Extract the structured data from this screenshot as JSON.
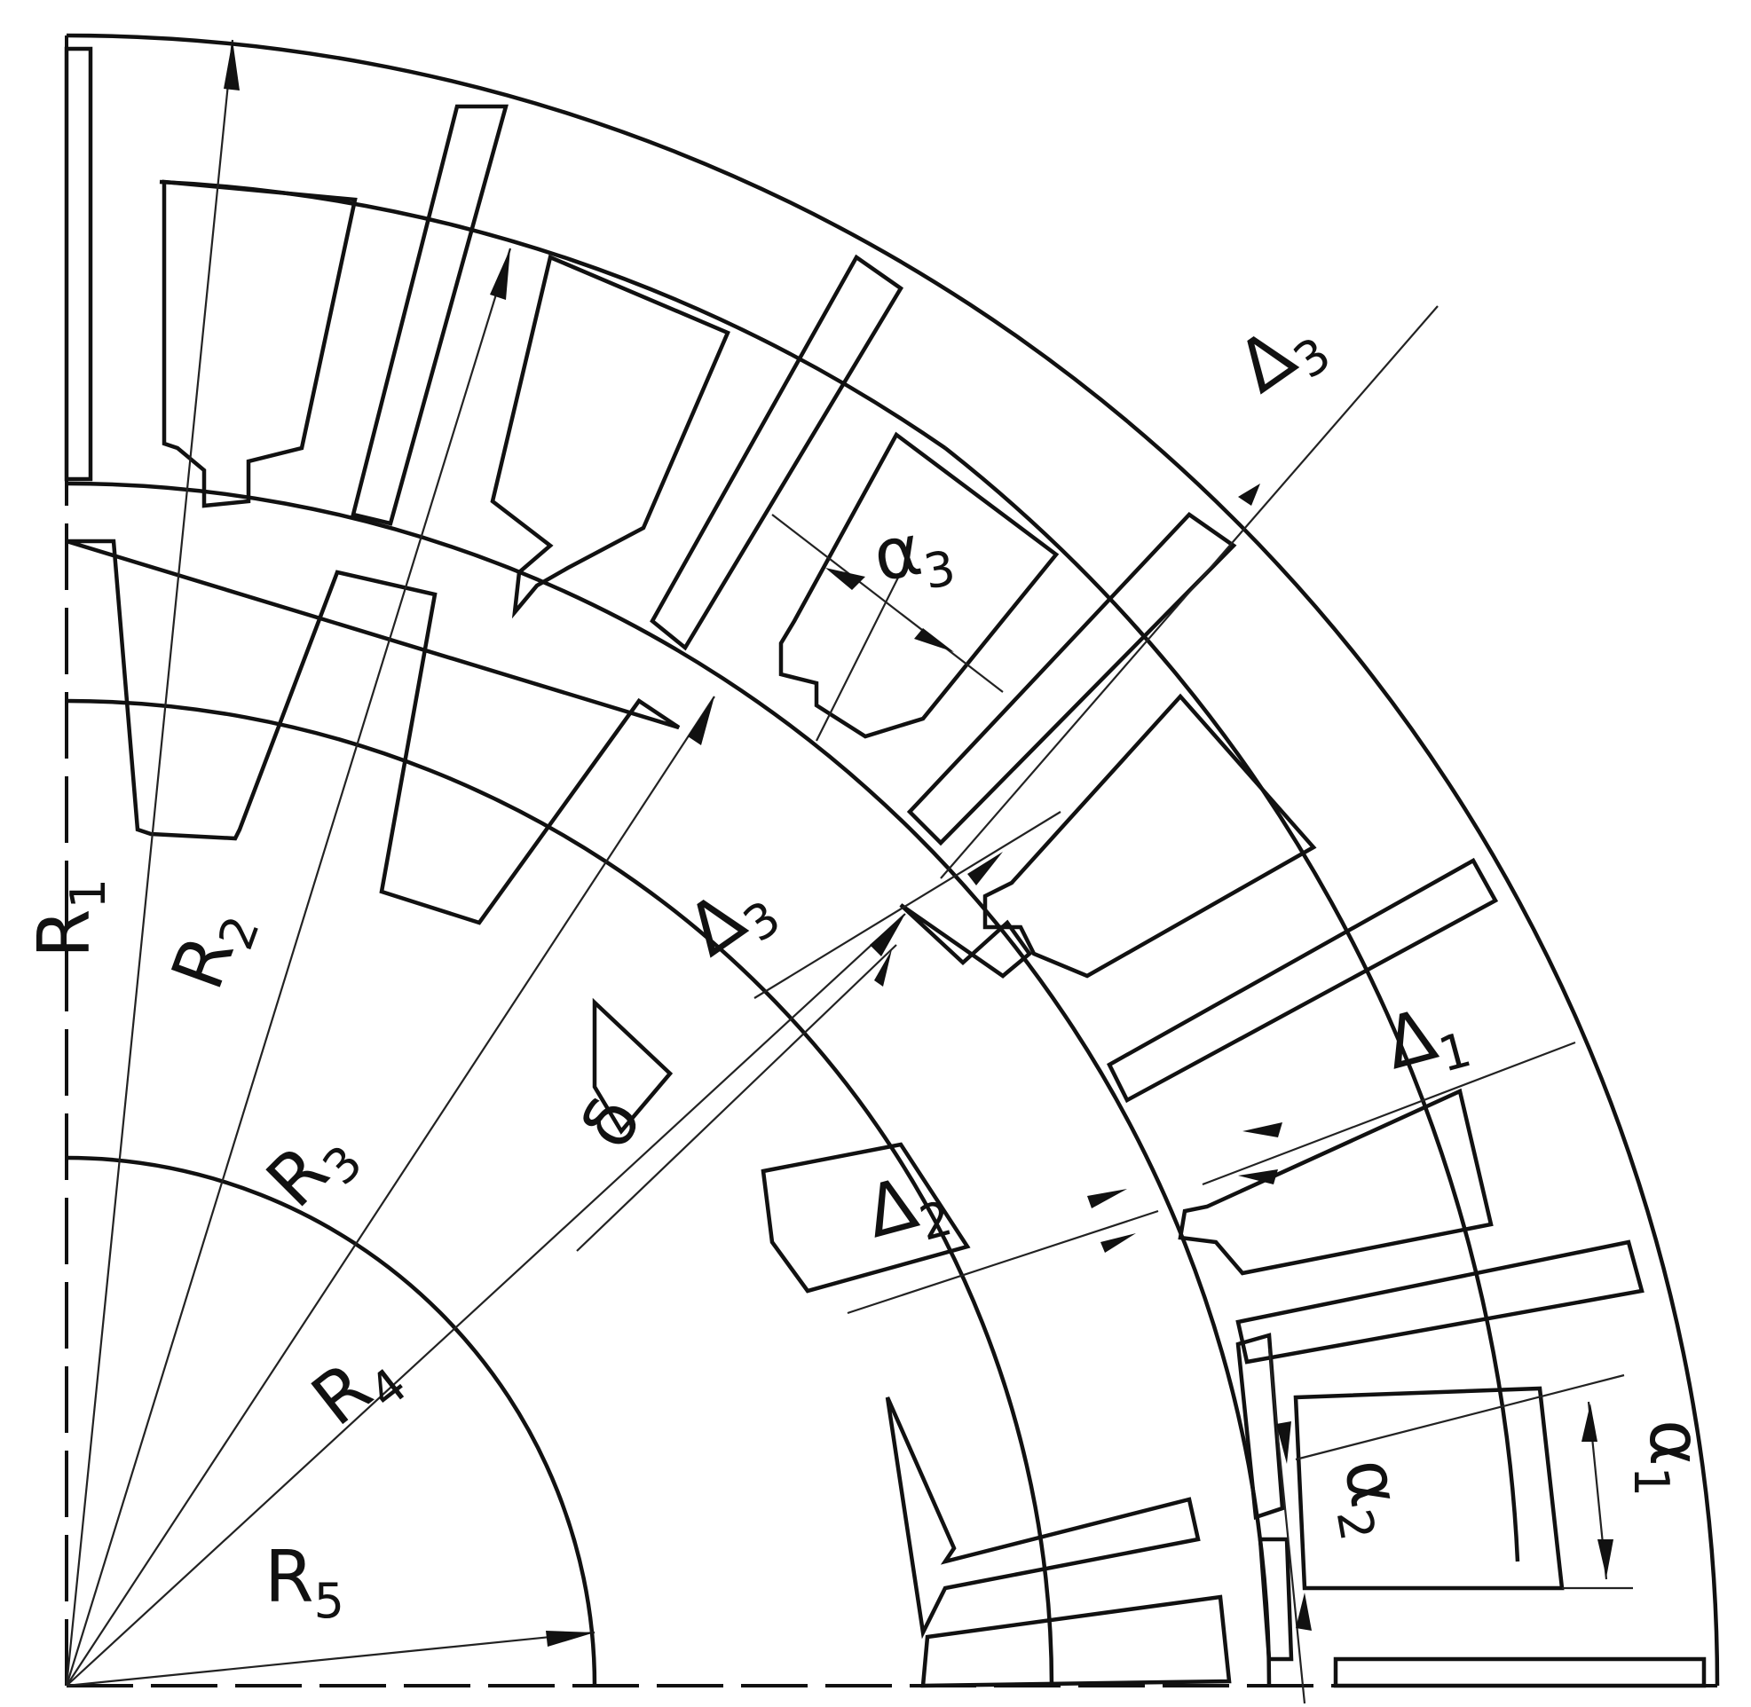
{
  "diagram": {
    "labels": {
      "r1": {
        "main": "R",
        "sub": "1"
      },
      "r2": {
        "main": "R",
        "sub": "2"
      },
      "r3": {
        "main": "R",
        "sub": "3"
      },
      "r4": {
        "main": "R",
        "sub": "4"
      },
      "r5": {
        "main": "R",
        "sub": "5"
      },
      "delta": {
        "main": "δ"
      },
      "delta1": {
        "main": "Δ",
        "sub": "1"
      },
      "delta2": {
        "main": "Δ",
        "sub": "2"
      },
      "delta3_outer": {
        "main": "Δ",
        "sub": "3"
      },
      "delta3_inner": {
        "main": "Δ",
        "sub": "3"
      },
      "alpha1": {
        "main": "α",
        "sub": "1"
      },
      "alpha2": {
        "main": "α",
        "sub": "2"
      },
      "alpha3": {
        "main": "α",
        "sub": "3"
      }
    },
    "colors": {
      "line": "#111111",
      "background": "#ffffff"
    }
  }
}
